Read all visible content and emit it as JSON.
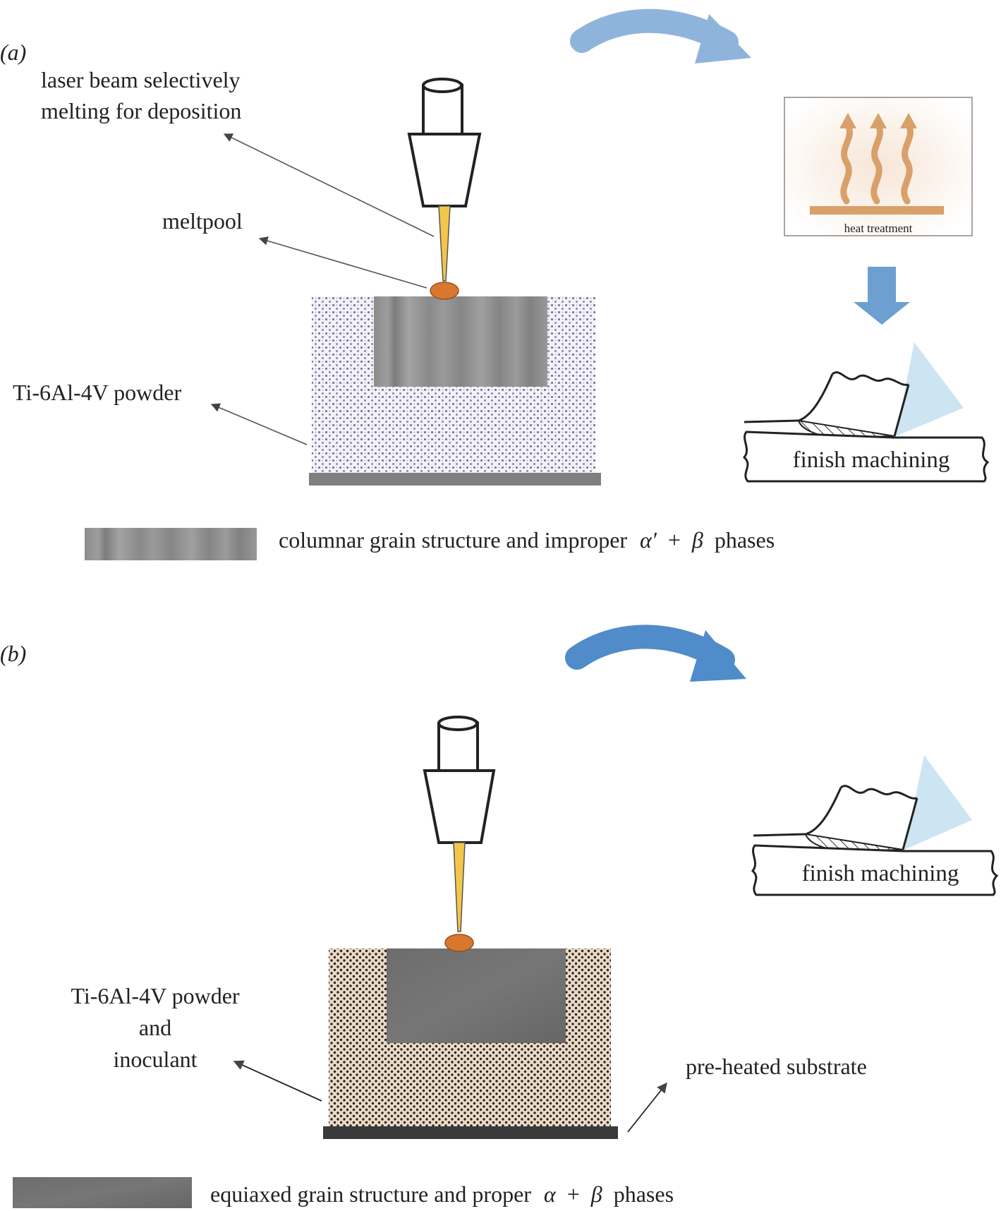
{
  "panel_a": {
    "label": "(a)",
    "laser_label_line1": "laser beam selectively",
    "laser_label_line2": "melting for deposition",
    "meltpool_label": "meltpool",
    "powder_label": "Ti-6Al-4V powder",
    "heat_treatment_label": "heat treatment",
    "finish_machining_label": "finish machining",
    "legend": {
      "text_before": "columnar grain structure and improper",
      "phase1": "α′",
      "plus": "+",
      "phase2": "β",
      "text_after": "phases"
    }
  },
  "panel_b": {
    "label": "(b)",
    "powder_label_line1": "Ti-6Al-4V powder",
    "powder_label_line2": "and",
    "powder_label_line3": "inoculant",
    "substrate_label": "pre-heated substrate",
    "finish_machining_label": "finish machining",
    "legend": {
      "text_before": "equiaxed grain structure and proper",
      "phase1": "α",
      "plus": "+",
      "phase2": "β",
      "text_after": "phases"
    }
  },
  "colors": {
    "arrow_blue_light": "#8fb4dc",
    "arrow_blue": "#4f8cc9",
    "beam_yellow": "#f3c64a",
    "meltpool_orange": "#d9772e",
    "heat_orange": "#d9a06a",
    "tool_blue": "#cde5f2",
    "substrate_gray": "#7f7f7f",
    "substrate_dark": "#3a3a3a",
    "powder_a_dot": "#6e6a9a",
    "powder_b_bg": "#ead9c6"
  }
}
